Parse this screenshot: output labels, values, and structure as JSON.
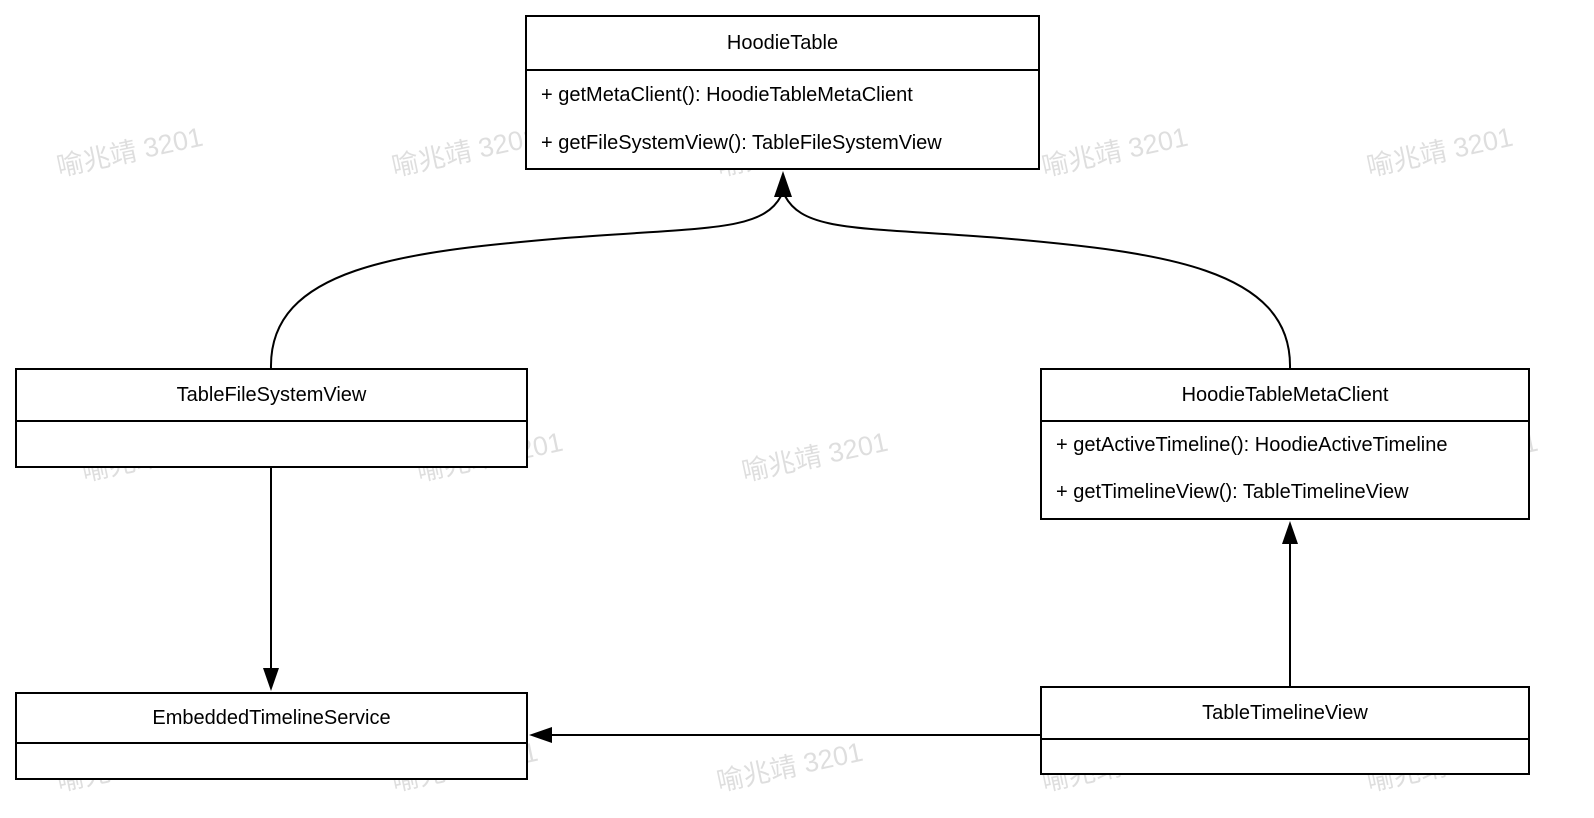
{
  "watermark": {
    "text": "喻兆靖 3201"
  },
  "classes": {
    "hoodie_table": {
      "name": "HoodieTable",
      "methods": [
        "+ getMetaClient(): HoodieTableMetaClient",
        "+ getFileSystemView(): TableFileSystemView"
      ]
    },
    "table_file_system_view": {
      "name": "TableFileSystemView",
      "methods": []
    },
    "hoodie_table_meta_client": {
      "name": "HoodieTableMetaClient",
      "methods": [
        "+ getActiveTimeline(): HoodieActiveTimeline",
        "+ getTimelineView(): TableTimelineView"
      ]
    },
    "embedded_timeline_service": {
      "name": "EmbeddedTimelineService",
      "methods": []
    },
    "table_timeline_view": {
      "name": "TableTimelineView",
      "methods": []
    }
  },
  "relationships": [
    {
      "from": "TableFileSystemView",
      "to": "HoodieTable"
    },
    {
      "from": "HoodieTableMetaClient",
      "to": "HoodieTable"
    },
    {
      "from": "TableFileSystemView",
      "to": "EmbeddedTimelineService"
    },
    {
      "from": "TableTimelineView",
      "to": "HoodieTableMetaClient"
    },
    {
      "from": "TableTimelineView",
      "to": "EmbeddedTimelineService"
    }
  ],
  "colors": {
    "line": "#000000",
    "background": "#ffffff",
    "watermark": "#d9d9d9"
  }
}
